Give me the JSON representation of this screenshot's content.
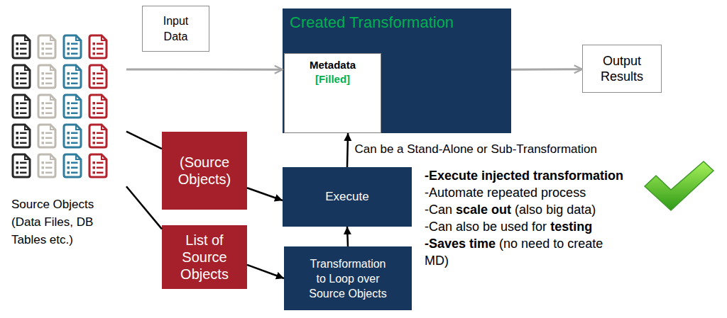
{
  "diagram": {
    "nodes": [
      {
        "text": [
          "Source Objects",
          "(Data Files, DB Tables etc.)"
        ]
      },
      {
        "text": [
          "Input Data"
        ]
      },
      {
        "text": [
          "Created Transformation"
        ]
      },
      {
        "text": [
          "Metadata",
          "[Filled]"
        ],
        "in": 2
      },
      {
        "text": [
          "Output Results"
        ]
      },
      {
        "text": [
          "(Source Objects)"
        ]
      },
      {
        "text": [
          "List of Source Objects"
        ]
      },
      {
        "text": [
          "Execute"
        ]
      },
      {
        "text": [
          "Transformation to Loop over Source Objects"
        ]
      }
    ],
    "edges": [
      {
        "from": 0,
        "to": 2,
        "arrow": "to"
      },
      {
        "from": 2,
        "to": 4,
        "arrow": "to"
      },
      {
        "from": 0,
        "to": 5,
        "arrow": "none"
      },
      {
        "from": 5,
        "to": 7,
        "arrow": "to"
      },
      {
        "from": 0,
        "to": 6,
        "arrow": "none"
      },
      {
        "from": 6,
        "to": 8,
        "arrow": "to"
      },
      {
        "from": 8,
        "to": 7,
        "arrow": "to"
      },
      {
        "from": 7,
        "to": 2,
        "label": "Can be a Stand-Alone or Sub-Transformation",
        "arrow": "to"
      }
    ],
    "labels": [
      "-Execute injected transformation",
      "-Automate repeated process",
      "-Can",
      "scale out",
      "(also big data)",
      "-Can also be used for",
      "testing",
      "-Saves time",
      "(no need to create MD)"
    ]
  }
}
